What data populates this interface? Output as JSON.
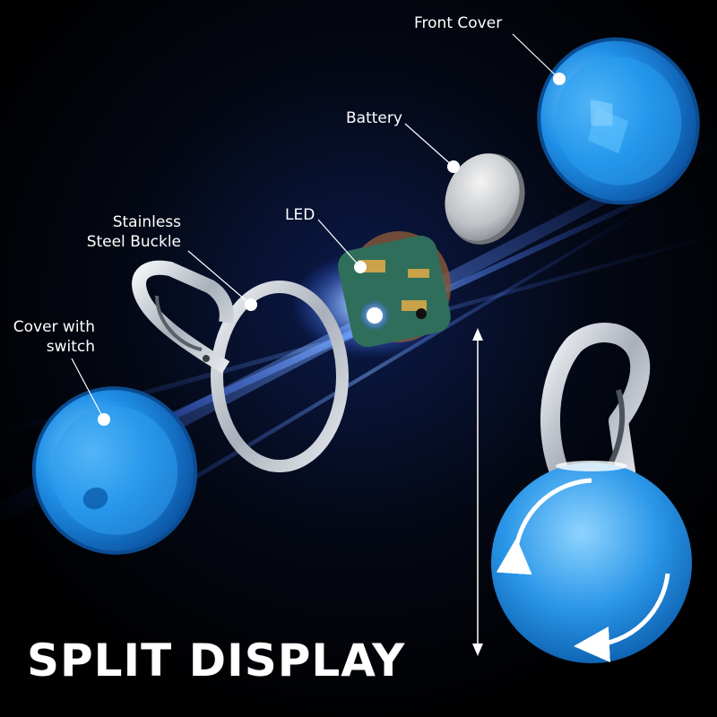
{
  "callouts": {
    "front_cover": "Front Cover",
    "battery": "Battery",
    "led": "LED",
    "buckle_line1": "Stainless",
    "buckle_line2": "Steel Buckle",
    "cover_switch_line1": "Cover with",
    "cover_switch_line2": "switch"
  },
  "headline": "SPLIT DISPLAY",
  "colors": {
    "background": "#000000",
    "cover_blue": "#1a8fe0",
    "beam_blue": "#3a7bff",
    "text": "#ffffff"
  }
}
